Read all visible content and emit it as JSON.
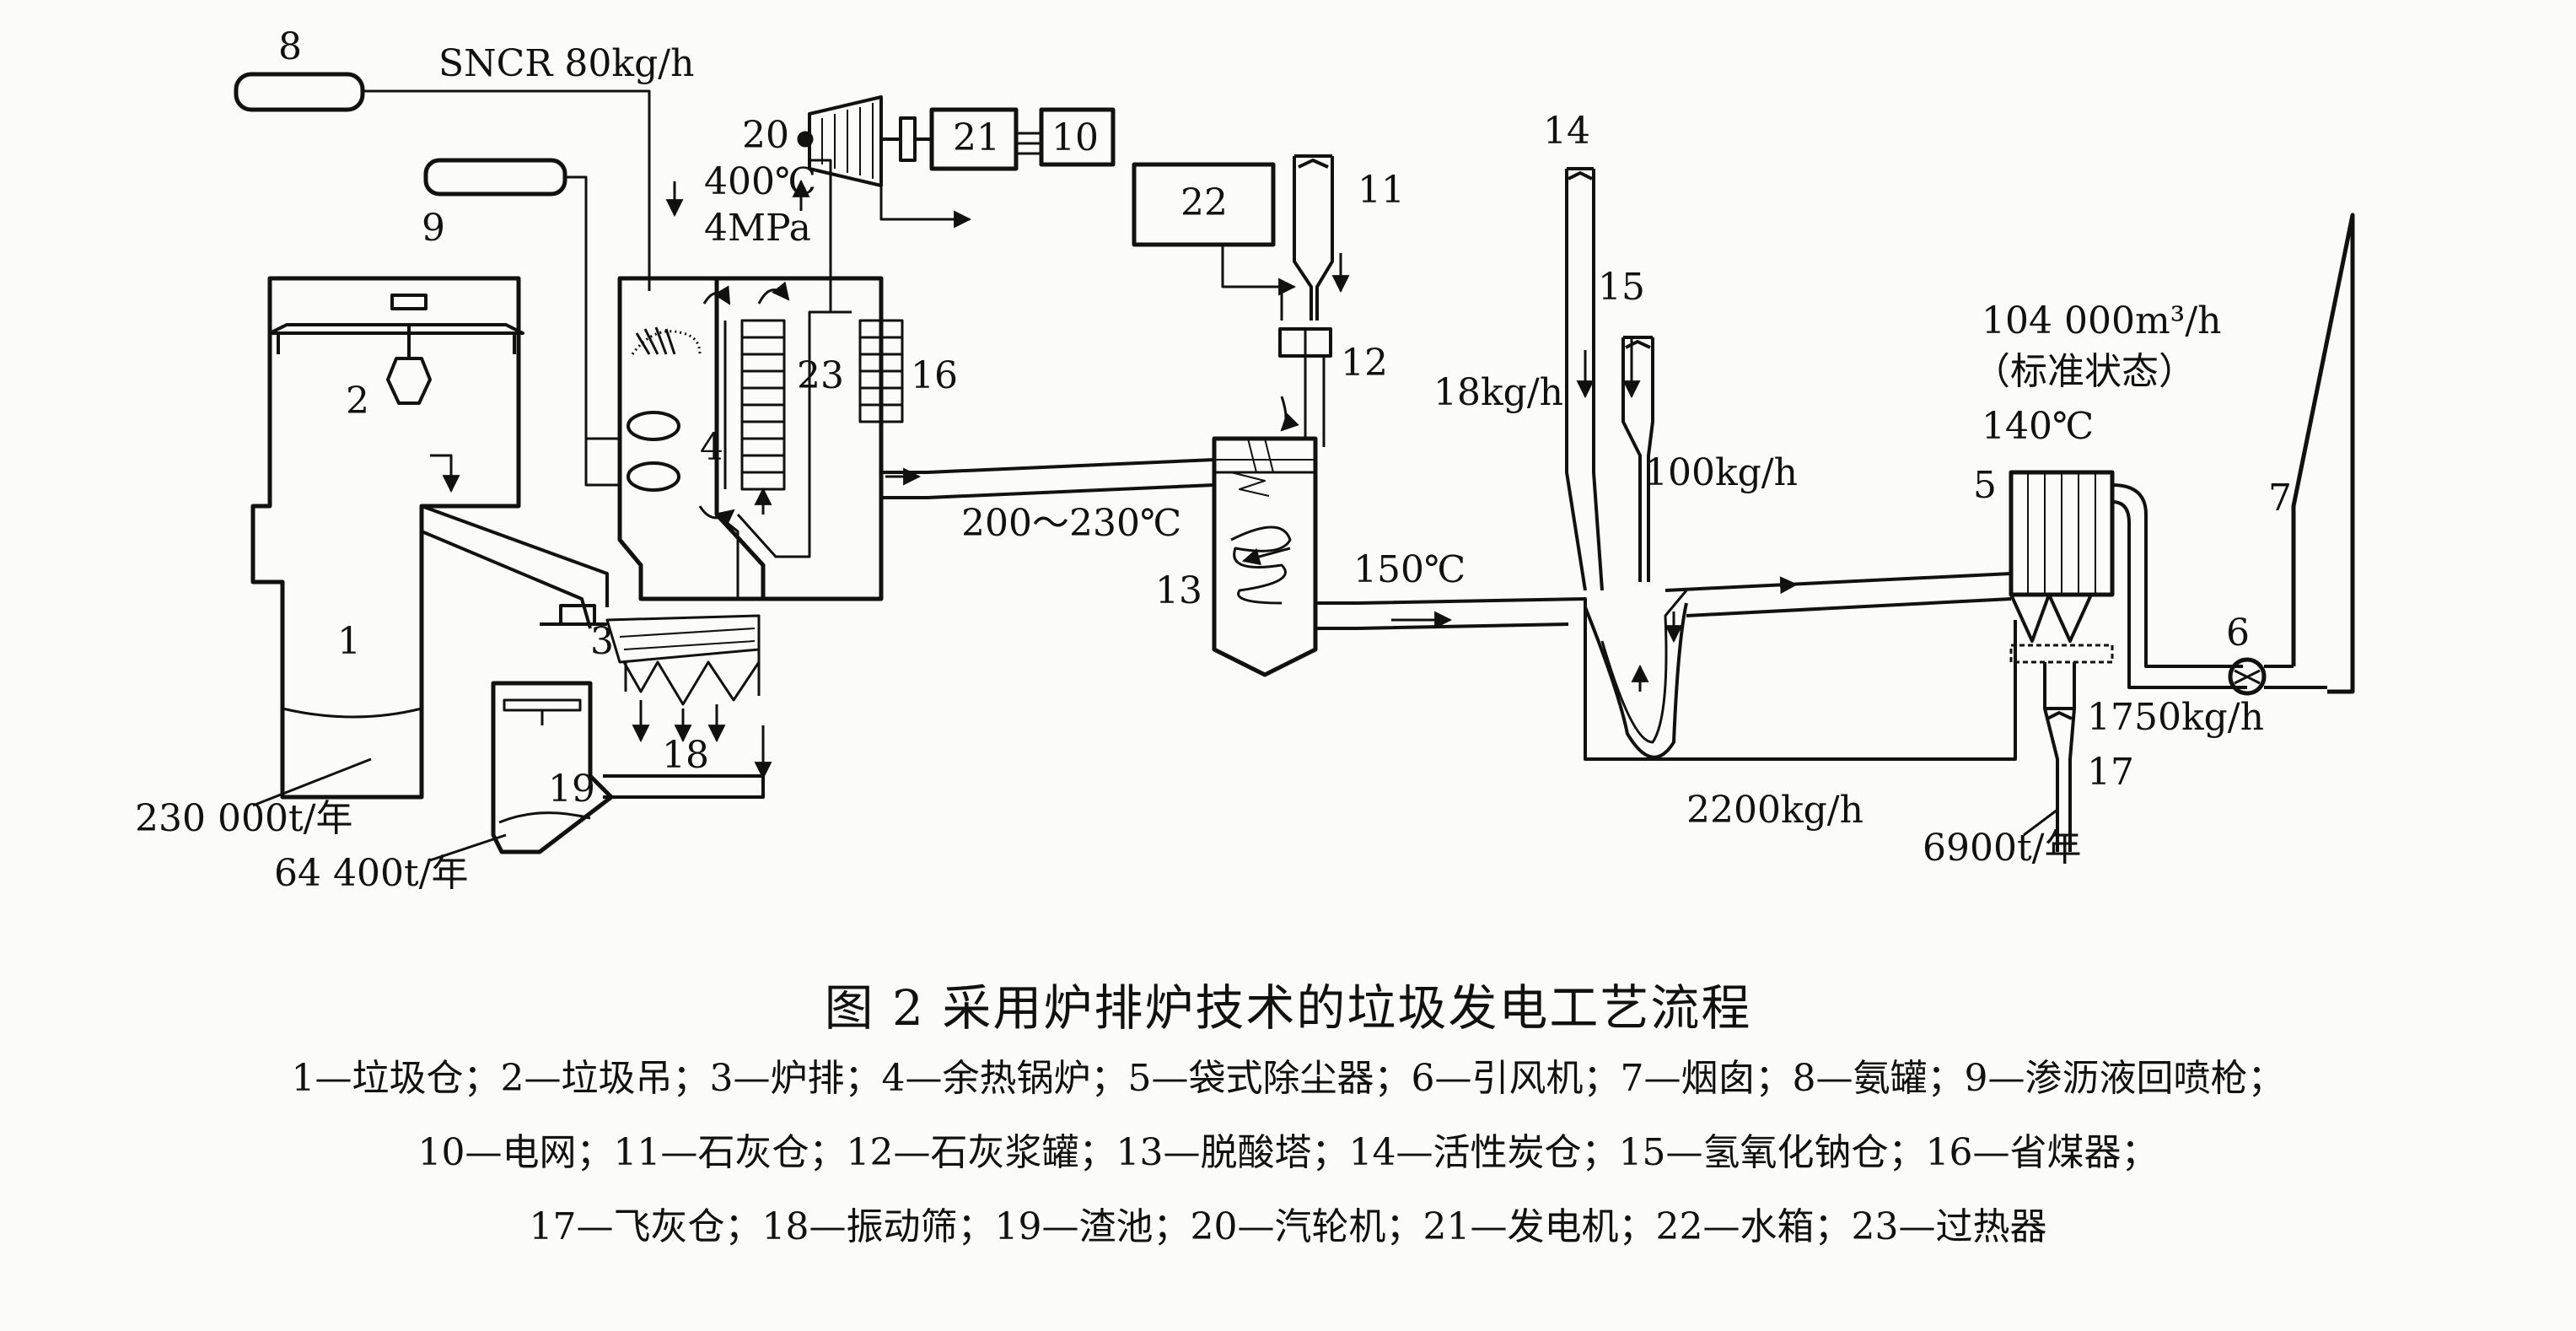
{
  "diagram": {
    "labels": {
      "n1": "1",
      "n2": "2",
      "n3": "3",
      "n4": "4",
      "n5": "5",
      "n6": "6",
      "n7": "7",
      "n8": "8",
      "n9": "9",
      "n10": "10",
      "n11": "11",
      "n12": "12",
      "n13": "13",
      "n14": "14",
      "n15": "15",
      "n16": "16",
      "n17": "17",
      "n18": "18",
      "n19": "19",
      "n20": "20",
      "n21": "21",
      "n22": "22",
      "n23": "23"
    },
    "annotations": {
      "sncr": "SNCR  80kg/h",
      "steam_temp": "400℃",
      "steam_pressure": "4MPa",
      "flue_temp_1": "200～230℃",
      "flue_temp_2": "150℃",
      "carbon_rate": "18kg/h",
      "naoh_rate": "100kg/h",
      "flow_rate": "104 000m³/h",
      "flow_note": "（标准状态）",
      "bag_temp": "140℃",
      "flyash_rate": "1750kg/h",
      "recycle_rate": "2200kg/h",
      "flyash_year": "6900t/年",
      "waste_year": "230 000t/年",
      "slag_year": "64 400t/年"
    }
  },
  "caption": {
    "title": "图 2   采用炉排炉技术的垃圾发电工艺流程",
    "legend_lines": [
      "1—垃圾仓；2—垃圾吊；3—炉排；4—余热锅炉；5—袋式除尘器；6—引风机；7—烟囱；8—氨罐；9—渗沥液回喷枪；",
      "10—电网；11—石灰仓；12—石灰浆罐；13—脱酸塔；14—活性炭仓；15—氢氧化钠仓；16—省煤器；",
      "17—飞灰仓；18—振动筛；19—渣池；20—汽轮机；21—发电机；22—水箱；23—过热器"
    ]
  }
}
